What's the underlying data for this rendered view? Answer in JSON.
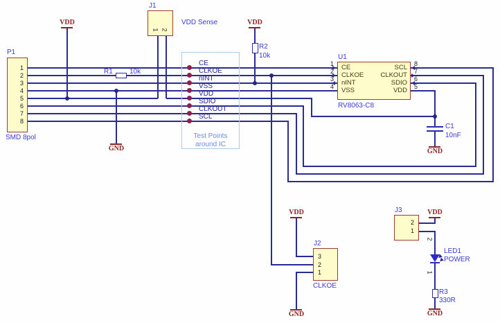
{
  "colors": {
    "wire": "#2b2b96",
    "power_symbol": "#8c2626",
    "designator_text": "#3a3ad6",
    "test_note_text": "#6b8de8",
    "test_box_border": "#aecbec",
    "component_fill": "#fffccb",
    "component_border": "#a03c2e",
    "testpoint_dot": "#8e2050",
    "ic_pin_text": "#403a14",
    "pin_number_text": "#1c1c1c"
  },
  "power_labels": {
    "vdd": "VDD",
    "gnd": "GND"
  },
  "annotations": {
    "vdd_sense": "VDD Sense",
    "test_points_1": "Test Points",
    "test_points_2": "around IC"
  },
  "test_points": [
    "CE",
    "CLKOE",
    "nINT",
    "VSS",
    "VDD",
    "SDIO",
    "CLKOUT",
    "SCL"
  ],
  "connectors": {
    "p1": {
      "designator": "P1",
      "value": "SMD 8pol",
      "pins": [
        "1",
        "2",
        "3",
        "4",
        "5",
        "6",
        "7",
        "8"
      ]
    },
    "j1": {
      "designator": "J1",
      "pins": [
        "1",
        "2"
      ]
    },
    "j2": {
      "designator": "J2",
      "value": "CLKOE",
      "pins": [
        "3",
        "2",
        "1"
      ]
    },
    "j3": {
      "designator": "J3",
      "pins": [
        "2",
        "1"
      ]
    }
  },
  "resistors": {
    "r1": {
      "designator": "R1",
      "value": "10k"
    },
    "r2": {
      "designator": "R2",
      "value": "10k"
    },
    "r3": {
      "designator": "R3",
      "value": "330R"
    }
  },
  "capacitors": {
    "c1": {
      "designator": "C1",
      "value": "10nF"
    }
  },
  "diodes": {
    "led1": {
      "designator": "LED1",
      "value": "POWER",
      "pins": [
        "2",
        "1"
      ]
    }
  },
  "ic": {
    "u1": {
      "designator": "U1",
      "part": "RV8063-C8",
      "left_pins": [
        {
          "num": "1",
          "name": "CE"
        },
        {
          "num": "2",
          "name": "CLKOE"
        },
        {
          "num": "3",
          "name": "nINT"
        },
        {
          "num": "4",
          "name": "VSS"
        }
      ],
      "right_pins": [
        {
          "num": "8",
          "name": "SCL"
        },
        {
          "num": "7",
          "name": "CLKOUT"
        },
        {
          "num": "6",
          "name": "SDIO"
        },
        {
          "num": "5",
          "name": "VDD"
        }
      ]
    }
  }
}
